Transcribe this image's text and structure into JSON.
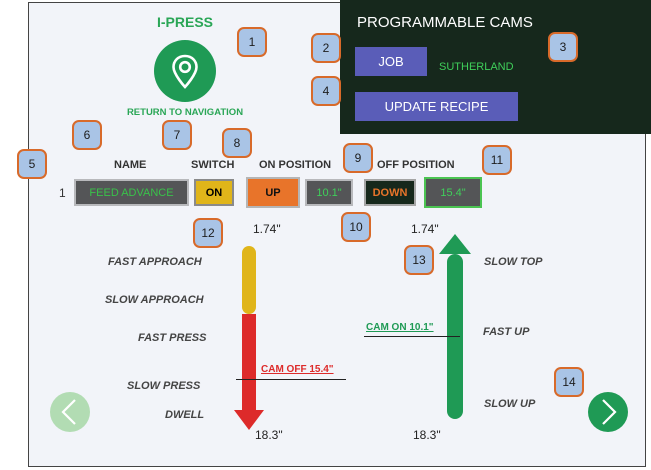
{
  "brand": {
    "title": "I-PRESS",
    "return_label": "RETURN TO NAVIGATION",
    "icon": "location-pin-icon"
  },
  "cams": {
    "title": "PROGRAMMABLE CAMS",
    "job_label": "JOB",
    "job_value": "SUTHERLAND",
    "update_label": "UPDATE RECIPE"
  },
  "columns": {
    "name": "NAME",
    "switch": "SWITCH",
    "on_position": "ON POSITION",
    "off_position": "OFF POSITION"
  },
  "row": {
    "number": "1",
    "name": "FEED ADVANCE",
    "switch": "ON",
    "on_direction": "UP",
    "on_value": "10.1\"",
    "off_direction": "DOWN",
    "off_value": "15.4\""
  },
  "stroke_down": {
    "top_value": "1.74\"",
    "bottom_value": "18.3\"",
    "phases": [
      "FAST APPROACH",
      "SLOW APPROACH",
      "FAST PRESS",
      "SLOW PRESS",
      "DWELL"
    ],
    "cam_label": "CAM OFF 15.4\"",
    "colors": {
      "approach": "#e0b51a",
      "press": "#dd2a2a"
    }
  },
  "stroke_up": {
    "top_value": "1.74\"",
    "bottom_value": "18.3\"",
    "phases": [
      "SLOW TOP",
      "FAST UP",
      "SLOW UP"
    ],
    "cam_label": "CAM ON 10.1\"",
    "color": "#1f9a55"
  },
  "nav": {
    "prev_icon": "chevron-left-icon",
    "next_icon": "chevron-right-icon"
  },
  "callouts": [
    "1",
    "2",
    "3",
    "4",
    "5",
    "6",
    "7",
    "8",
    "9",
    "10",
    "11",
    "12",
    "13",
    "14"
  ]
}
